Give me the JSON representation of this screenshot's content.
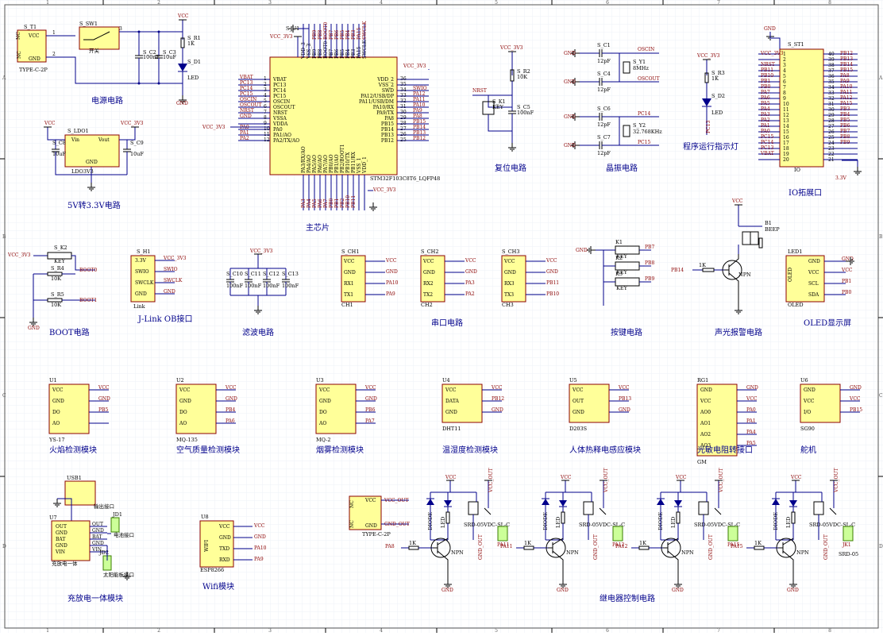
{
  "frame": {
    "cols": [
      "1",
      "2",
      "3",
      "4",
      "5",
      "6",
      "7",
      "8"
    ],
    "rows": [
      "A",
      "B",
      "C",
      "D"
    ]
  },
  "power": {
    "title": "电源电路",
    "connector": "TYPE-C-2P",
    "connector_ref": "S_T1",
    "switch_ref": "S_SW1",
    "switch_note": "开关",
    "c2": "S_C2",
    "c2_val": "100nF",
    "c3": "S_C3",
    "c3_val": "10uF",
    "r1": "S_R1",
    "r1_val": "1K",
    "d1": "S_D1",
    "d1_val": "LED",
    "vcc": "VCC",
    "gnd": "GND",
    "nc": "NC",
    "pins": [
      "1",
      "2",
      "3"
    ]
  },
  "ldo": {
    "title": "5V转3.3V电路",
    "ref": "S_LDO1",
    "part": "LDO3V3",
    "vin": "Vin",
    "vout": "Vout",
    "gnd": "GND",
    "c8": "S_C8",
    "c9": "S_C9",
    "c8_val": "10uF",
    "c9_val": "10uF",
    "vcc": "VCC",
    "vcc33": "VCC_3V3"
  },
  "mcu": {
    "title": "主芯片",
    "ref": "S_U1",
    "part": "STM32F103C8T6_LQFP48",
    "left_pins": [
      "VBAT",
      "PC13",
      "PC14",
      "PC15",
      "OSCIN",
      "OSCOUT",
      "NRST",
      "VSSA",
      "VDDA",
      "PA0",
      "PA1/AO",
      "PA2/TX/AO"
    ],
    "left_nums": [
      "1",
      "2",
      "3",
      "4",
      "5",
      "6",
      "7",
      "8",
      "9",
      "10",
      "11",
      "12"
    ],
    "left_nets": [
      "VBAT",
      "PC13",
      "PC14",
      "PC15",
      "OSCIN",
      "OSCOUT",
      "NRST",
      "GND",
      "",
      "PA0",
      "PA1",
      "PA2"
    ],
    "right_pins": [
      "VDD_2",
      "VSS_2",
      "SWD",
      "PA12/USB/DP",
      "PA11/USB/DM",
      "PA10/RX",
      "PA9/TX",
      "PA8",
      "PB15",
      "PB14",
      "PB13",
      "PB12"
    ],
    "right_nums": [
      "36",
      "35",
      "34",
      "33",
      "32",
      "31",
      "30",
      "29",
      "28",
      "27",
      "26",
      "25"
    ],
    "right_nets": [
      "",
      "",
      "SWIO",
      "PA12",
      "PA11",
      "PA10",
      "PA9",
      "PA8",
      "PB15",
      "PB14",
      "PB13",
      "PB12"
    ],
    "top_pins": [
      "VDD_3",
      "VSS_3",
      "PB9",
      "PB8",
      "BOOT0",
      "PB7",
      "PB6",
      "PB5",
      "PB4",
      "PB3",
      "PA15",
      "SWCLK"
    ],
    "top_nets": [
      "",
      "",
      "PB9",
      "PB8",
      "BOOT0",
      "PB7",
      "PB6",
      "PB5",
      "PB4",
      "PB3",
      "PA15",
      "SWCLK"
    ],
    "bottom_pins": [
      "PA3/RX/AO",
      "PA4/AO",
      "PA5/AO",
      "PA6/AO",
      "PA7/AO",
      "PB0/AO",
      "PB1/AO",
      "PB2/BOOT1",
      "PB10/TX",
      "PB11/RX",
      "VSS_1",
      "VDD_1"
    ],
    "bottom_nets": [
      "PA3",
      "PA4",
      "PA5",
      "PA6",
      "PA7",
      "PB0",
      "PB1",
      "PB2",
      "PB10",
      "PB11",
      "",
      ""
    ],
    "vcc33": "VCC_3V3",
    "gnd": "GND"
  },
  "reset": {
    "title": "复位电路",
    "r2": "S_R2",
    "r2_val": "10K",
    "k1": "S_K1",
    "k1_val": "KEY",
    "c5": "S_C5",
    "c5_val": "100nF",
    "nrst": "NRST",
    "vcc33": "VCC_3V3"
  },
  "crystal": {
    "title": "晶振电路",
    "c1": "S_C1",
    "c4": "S_C4",
    "c6": "S_C6",
    "c7": "S_C7",
    "cap_val": "12pF",
    "y1": "S_Y1",
    "y1_val": "8MHz",
    "y2": "S_Y2",
    "y2_val": "32.768KHz",
    "oscin": "OSCIN",
    "oscout": "OSCOUT",
    "pc14": "PC14",
    "pc15": "PC15",
    "gnd": "GND"
  },
  "runled": {
    "title": "程序运行指示灯",
    "r3": "S_R3",
    "r3_val": "1K",
    "d2": "S_D2",
    "d2_val": "LED",
    "net": "PC13",
    "vcc33": "VCC_3V3"
  },
  "io": {
    "title": "IO拓展口",
    "ref": "S_ST1",
    "part": "IO",
    "left_nets": [
      "VCC_3V3",
      "",
      "NRST",
      "PB11",
      "PB10",
      "PB1",
      "PB0",
      "PA7",
      "PA6",
      "PA5",
      "PA4",
      "PA3",
      "PA2",
      "PA1",
      "PA0",
      "PC15",
      "PC14",
      "PC13",
      "VBAT",
      ""
    ],
    "left_nums": [
      "1",
      "2",
      "3",
      "4",
      "5",
      "6",
      "7",
      "8",
      "9",
      "10",
      "11",
      "12",
      "13",
      "14",
      "15",
      "16",
      "17",
      "18",
      "19",
      "20"
    ],
    "right_nums": [
      "40",
      "39",
      "38",
      "37",
      "36",
      "35",
      "34",
      "33",
      "32",
      "31",
      "30",
      "29",
      "28",
      "27",
      "26",
      "25",
      "24",
      "23",
      "22",
      "21"
    ],
    "right_nets": [
      "PB12",
      "PB13",
      "PB14",
      "PB15",
      "PA8",
      "PA9",
      "PA10",
      "PA11",
      "PA12",
      "PA15",
      "PB3",
      "PB4",
      "PB5",
      "PB6",
      "PB7",
      "PB8",
      "PB9",
      "",
      "",
      ""
    ],
    "gnd": "GND",
    "v33": "3.3V"
  },
  "boot": {
    "title": "BOOT电路",
    "k2": "S_K2",
    "k2_val": "KEY",
    "r4": "S_R4",
    "r5": "S_R5",
    "r_val": "10K",
    "boot0": "BOOT0",
    "boot1": "BOOT1",
    "vcc33": "VCC_3V3",
    "gnd": "GND"
  },
  "jlink": {
    "title": "J-Link OB接口",
    "ref": "S_H1",
    "part": "Link",
    "pins": [
      "3.3V",
      "SWIO",
      "SWCLK",
      "GND"
    ],
    "nets": [
      "VCC_3V3",
      "SWIO",
      "SWCLK",
      "GND"
    ]
  },
  "filter": {
    "title": "滤波电路",
    "caps": [
      "S_C10",
      "S_C11",
      "S_C12",
      "S_C13"
    ],
    "val": "100nF",
    "vcc33": "VCC_3V3"
  },
  "serial": {
    "title": "串口电路",
    "modules": [
      {
        "ref": "S_CH1",
        "part": "CH1",
        "pins": [
          "VCC",
          "GND",
          "RX1",
          "TX1"
        ],
        "nets": [
          "VCC",
          "GND",
          "PA10",
          "PA9"
        ]
      },
      {
        "ref": "S_CH2",
        "part": "CH2",
        "pins": [
          "VCC",
          "GND",
          "RX2",
          "TX2"
        ],
        "nets": [
          "VCC",
          "GND",
          "PA3",
          "PA2"
        ]
      },
      {
        "ref": "S_CH3",
        "part": "CH3",
        "pins": [
          "VCC",
          "GND",
          "RX3",
          "TX3"
        ],
        "nets": [
          "VCC",
          "GND",
          "PB11",
          "PB10"
        ]
      }
    ]
  },
  "keys": {
    "title": "按键电路",
    "items": [
      {
        "ref": "K1",
        "val": "KEY",
        "net": "PB7"
      },
      {
        "ref": "K2",
        "val": "KEY",
        "net": "PB8"
      },
      {
        "ref": "K3",
        "val": "KEY",
        "net": "PB9"
      }
    ],
    "gnd": "GND"
  },
  "alarm": {
    "title": "声光报警电路",
    "b1": "B1",
    "b1_val": "BEEP",
    "net": "PB14",
    "r": "1K",
    "q": "NPN",
    "vcc": "VCC"
  },
  "oled": {
    "title": "OLED显示屏",
    "ref": "LED1",
    "part": "OLED",
    "pins": [
      "GND",
      "VCC",
      "SCL",
      "SDA"
    ],
    "nets": [
      "GND",
      "VCC",
      "PB1",
      "PB0"
    ]
  },
  "sensors": [
    {
      "ref": "U1",
      "part": "YS-17",
      "title": "火焰检测模块",
      "pins": [
        "VCC",
        "GND",
        "DO",
        "AO"
      ],
      "nets": [
        "VCC",
        "GND",
        "PB5",
        ""
      ]
    },
    {
      "ref": "U2",
      "part": "MQ-135",
      "title": "空气质量检测模块",
      "pins": [
        "VCC",
        "GND",
        "DO",
        "AO"
      ],
      "nets": [
        "VCC",
        "GND",
        "PB4",
        "PA6"
      ]
    },
    {
      "ref": "U3",
      "part": "MQ-2",
      "title": "烟雾检测模块",
      "pins": [
        "VCC",
        "GND",
        "DO",
        "AO"
      ],
      "nets": [
        "VCC",
        "GND",
        "PB6",
        "PA7"
      ]
    },
    {
      "ref": "U4",
      "part": "DHT11",
      "title": "温湿度检测模块",
      "pins": [
        "VCC",
        "DATA",
        "GND"
      ],
      "nets": [
        "VCC",
        "PB12",
        "GND"
      ]
    },
    {
      "ref": "U5",
      "part": "D203S",
      "title": "人体热释电感应模块",
      "pins": [
        "VCC",
        "OUT",
        "GND"
      ],
      "nets": [
        "VCC",
        "PB13",
        "GND"
      ]
    },
    {
      "ref": "RG1",
      "part": "GM",
      "title": "光敏电阻转接口",
      "pins": [
        "GND",
        "VCC",
        "AO0",
        "AO1",
        "AO2",
        "AO3"
      ],
      "nets": [
        "GND",
        "VCC",
        "PA0",
        "PA1",
        "PA4",
        "PA5"
      ]
    },
    {
      "ref": "U6",
      "part": "SG90",
      "title": "舵机",
      "pins": [
        "GND",
        "VCC",
        "I/O"
      ],
      "nets": [
        "GND",
        "VCC",
        "PB15"
      ]
    }
  ],
  "charge": {
    "title": "充放电一体模块",
    "usb": "USB1",
    "usb_note": "输出接口",
    "u7": "U7",
    "u7_note": "充放电一体",
    "pins": [
      "OUT",
      "GND",
      "BAT",
      "GND",
      "VIN"
    ],
    "jd1": "JD1",
    "jd1_note": "电池接口",
    "jd2": "JD2",
    "jd2_note": "太阳能板接口",
    "gnd": "GND"
  },
  "wifi": {
    "title": "Wifi模块",
    "ref": "U8",
    "part": "ESP8266",
    "side": "WIFI",
    "pins": [
      "VCC",
      "GND",
      "TXD",
      "RXD"
    ],
    "nets": [
      "VCC",
      "GND",
      "PA10",
      "PA9"
    ]
  },
  "typec": {
    "nc": "NC",
    "vcc": "VCC",
    "gnd": "GND",
    "vcc_out": "VCC_OUT",
    "gnd_out": "GND_OUT",
    "part": "TYPE-C-2P"
  },
  "relays": {
    "title": "继电器控制电路",
    "items": [
      {
        "net": "PA8",
        "jk": "PA11"
      },
      {
        "net": "PA11",
        "jk": "PA12"
      },
      {
        "net": "PA12",
        "jk": "PA15"
      },
      {
        "net": "PA15",
        "jk": "JK1"
      }
    ],
    "r": "1K",
    "q": "NPN",
    "part": "SRD-05VDC-SL-C",
    "gnd_out": "GND_OUT",
    "vcc_out": "VCC_OUT",
    "vcc": "VCC",
    "gnd": "GND",
    "d_led": "LED",
    "d_diode": "DIODE",
    "srd": "SRD-05"
  }
}
